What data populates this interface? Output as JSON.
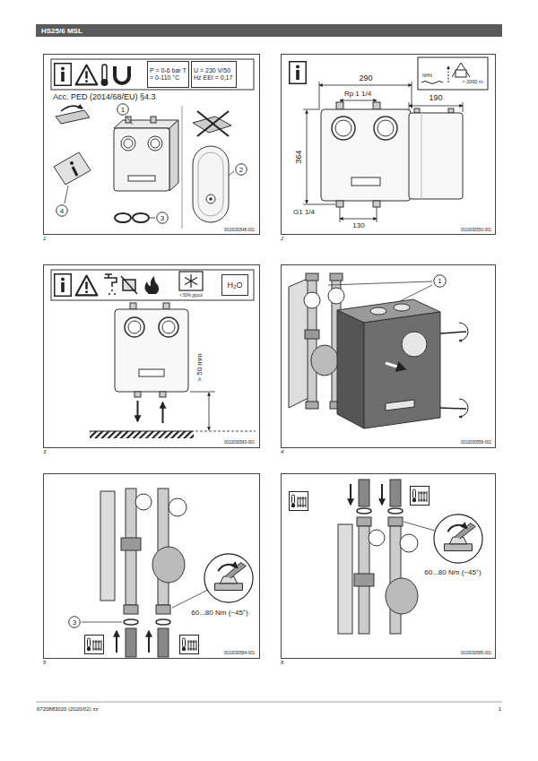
{
  "diagram": {
    "title": "HS25/6 MSL",
    "nodes": [
      {
        "text": [
          "1"
        ]
      },
      {
        "text": [
          "P = 0-6 bar T = 0-110 °C"
        ],
        "in": 0
      },
      {
        "text": [
          "U = 230 V/50 Hz EEI = 0,17"
        ],
        "in": 0
      },
      {
        "text": [
          "1"
        ],
        "in": 0
      },
      {
        "text": [
          "2"
        ],
        "in": 0
      },
      {
        "text": [
          "4"
        ],
        "in": 0
      },
      {
        "text": [
          "3"
        ],
        "in": 0
      },
      {
        "text": [
          "2"
        ]
      },
      {
        "text": [
          "3"
        ]
      },
      {
        "text": [
          "H₂O"
        ],
        "in": 8
      },
      {
        "text": [
          "4"
        ]
      },
      {
        "text": [
          "1"
        ],
        "in": 10
      },
      {
        "text": [
          "5"
        ]
      },
      {
        "text": [
          "3"
        ],
        "in": 12
      },
      {
        "text": [
          "6"
        ]
      }
    ],
    "labels": [
      "Acc. PED (2014/68/EU) §4.3",
      "0010030548-001",
      "290",
      "Rp 1 1/4",
      "NHN",
      "> 2000 m",
      "190",
      "364",
      "G1 1/4",
      "130",
      "0010030550-001",
      "< 50% glycol",
      "> 50 mm",
      "0010030583-001",
      "0010030558-001",
      "60...80 Nm (~45°)",
      "0010030584-001",
      "60...80 Nm (~45°)",
      "0010030585-001",
      "6720883020 (2020/02) zz",
      "1"
    ]
  }
}
